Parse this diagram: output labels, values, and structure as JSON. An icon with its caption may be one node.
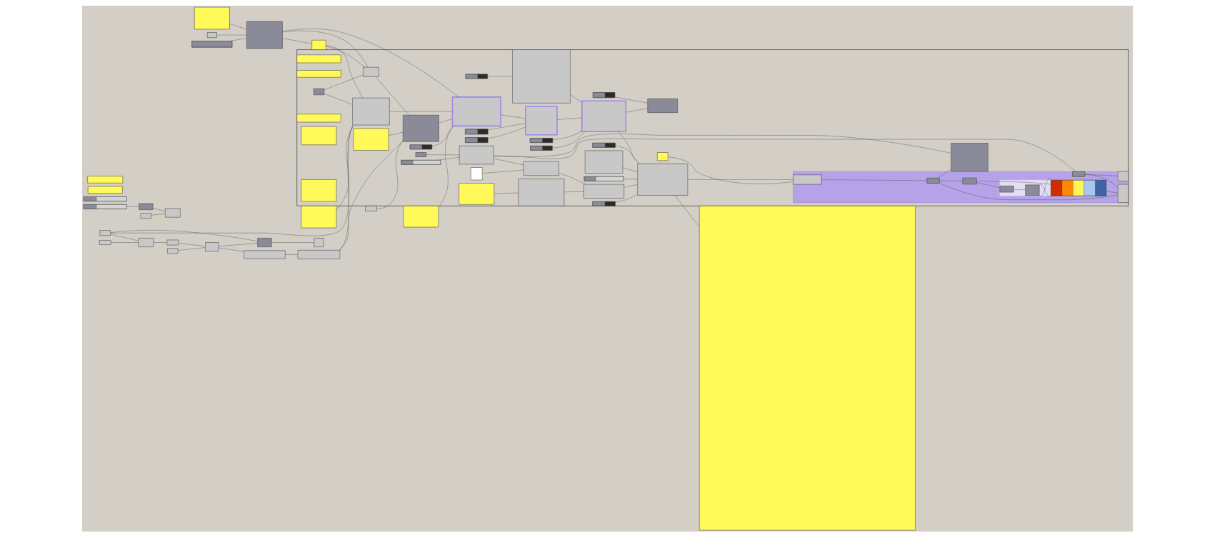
{
  "diagram": {
    "nodes": [
      {
        "text": [],
        "shape": "box"
      },
      {
        "text": [],
        "shape": "box"
      },
      {
        "text": [],
        "shape": "bar"
      },
      {
        "text": [],
        "shape": "box"
      },
      {
        "text": [],
        "shape": "box"
      },
      {
        "text": [],
        "shape": "box"
      },
      {
        "text": [],
        "shape": "box"
      },
      {
        "text": [],
        "shape": "box",
        "in": 5
      },
      {
        "text": [],
        "shape": "box",
        "in": 5
      },
      {
        "text": [],
        "shape": "box",
        "in": 5
      },
      {
        "text": [],
        "shape": "box",
        "in": 5
      },
      {
        "text": [],
        "shape": "box"
      },
      {
        "text": [],
        "shape": "box",
        "in": 5
      },
      {
        "text": [],
        "shape": "box",
        "in": 5
      },
      {
        "text": [],
        "shape": "box",
        "in": 5
      },
      {
        "text": [],
        "shape": "box",
        "in": 5
      },
      {
        "text": [],
        "shape": "box",
        "in": 5
      },
      {
        "text": [],
        "shape": "bar",
        "in": 5
      },
      {
        "text": [],
        "shape": "box"
      },
      {
        "text": [],
        "shape": "bar",
        "in": 5
      },
      {
        "text": [],
        "shape": "bar",
        "in": 5
      },
      {
        "text": [],
        "shape": "bar",
        "in": 5
      },
      {
        "text": [],
        "shape": "box",
        "in": 5
      },
      {
        "text": [],
        "shape": "box"
      },
      {
        "text": [],
        "shape": "bar",
        "in": 5
      },
      {
        "text": [],
        "shape": "bar",
        "in": 5
      },
      {
        "text": [],
        "shape": "bar"
      },
      {
        "text": [],
        "shape": "box",
        "in": 5
      },
      {
        "text": [],
        "shape": "box",
        "in": 5
      },
      {
        "text": [],
        "shape": "box",
        "in": 5
      },
      {
        "text": [],
        "shape": "box",
        "in": 5
      },
      {
        "text": [],
        "shape": "bar",
        "in": 5
      },
      {
        "text": [],
        "shape": "box"
      },
      {
        "text": [],
        "shape": "box"
      },
      {
        "text": [],
        "shape": "bar"
      },
      {
        "text": [],
        "shape": "box"
      },
      {
        "text": [],
        "shape": "box"
      },
      {
        "text": [],
        "shape": "box"
      },
      {
        "text": [],
        "shape": "bar",
        "in": 5
      },
      {
        "text": [],
        "shape": "bar",
        "in": 5
      },
      {
        "text": [],
        "shape": "box",
        "in": 5
      },
      {
        "text": [],
        "shape": "box",
        "in": 5
      },
      {
        "text": [],
        "shape": "box",
        "in": 5
      },
      {
        "text": [],
        "shape": "box"
      },
      {
        "text": [],
        "shape": "bar",
        "in": 5
      },
      {
        "text": [],
        "shape": "box"
      },
      {
        "text": [],
        "shape": "box",
        "in": 5
      },
      {
        "text": [],
        "shape": "box"
      },
      {
        "text": [],
        "shape": "box",
        "in": 5
      },
      {
        "text": [],
        "shape": "box"
      },
      {
        "text": [],
        "shape": "box"
      },
      {
        "text": [],
        "shape": "box"
      },
      {
        "text": [],
        "shape": "box",
        "in": 5
      },
      {
        "text": [],
        "shape": "box",
        "in": 5
      },
      {
        "text": [],
        "shape": "box"
      },
      {
        "text": [],
        "shape": "box"
      },
      {
        "text": [],
        "shape": "box",
        "in": 5
      },
      {
        "text": [],
        "shape": "box",
        "in": 56
      },
      {
        "text": [],
        "shape": "box"
      },
      {
        "text": [],
        "shape": "box"
      },
      {
        "text": [],
        "shape": "box",
        "in": 5
      },
      {
        "text": [],
        "shape": "box",
        "in": 5
      },
      {
        "text": [],
        "shape": "box",
        "in": 56
      },
      {
        "text": [],
        "shape": "box",
        "in": 62
      },
      {
        "text": [],
        "shape": "box",
        "in": 62
      },
      {
        "text": [],
        "shape": "bar",
        "in": 62
      },
      {
        "text": [],
        "shape": "box",
        "in": 56
      },
      {
        "text": [],
        "shape": "box",
        "in": 66
      },
      {
        "text": [],
        "shape": "box",
        "in": 5
      },
      {
        "text": [],
        "shape": "box",
        "in": 56
      },
      {
        "text": [],
        "shape": "box",
        "in": 56
      },
      {
        "text": [],
        "shape": "box",
        "in": 70
      },
      {
        "text": [],
        "shape": "box",
        "in": 56
      },
      {
        "text": [],
        "shape": "box",
        "in": 5
      },
      {
        "text": [],
        "shape": "bar",
        "in": 5
      },
      {
        "text": [],
        "shape": "box",
        "in": 56
      },
      {
        "text": [],
        "shape": "box",
        "in": 5
      }
    ],
    "edges": [
      {
        "from": 0,
        "to": 3,
        "arrow": "none"
      },
      {
        "from": 1,
        "to": 3,
        "arrow": "none"
      },
      {
        "from": 2,
        "to": 3,
        "arrow": "none"
      },
      {
        "from": 3,
        "to": 9,
        "arrow": "none"
      },
      {
        "from": 3,
        "to": 11,
        "arrow": "none"
      },
      {
        "from": 13,
        "to": 3,
        "arrow": "none"
      },
      {
        "from": 26,
        "to": 35,
        "arrow": "none"
      },
      {
        "from": 32,
        "to": 36,
        "arrow": "none"
      },
      {
        "from": 35,
        "to": 36,
        "arrow": "none"
      },
      {
        "from": 47,
        "to": 49,
        "arrow": "none"
      },
      {
        "from": 23,
        "to": 49,
        "arrow": "none"
      },
      {
        "from": 49,
        "to": 45,
        "arrow": "none"
      },
      {
        "from": 45,
        "to": 43,
        "arrow": "none"
      },
      {
        "from": 51,
        "to": 43,
        "arrow": "none"
      },
      {
        "from": 43,
        "to": 37,
        "arrow": "none"
      },
      {
        "from": 23,
        "to": 37,
        "arrow": "none"
      },
      {
        "from": 37,
        "to": 33,
        "arrow": "none"
      },
      {
        "from": 43,
        "to": 58,
        "arrow": "none"
      },
      {
        "from": 58,
        "to": 59,
        "arrow": "none"
      },
      {
        "from": 23,
        "to": 27,
        "arrow": "none"
      },
      {
        "from": 11,
        "to": 13,
        "arrow": "none"
      },
      {
        "from": 11,
        "to": 27,
        "arrow": "none"
      },
      {
        "from": 14,
        "to": 13,
        "arrow": "none"
      },
      {
        "from": 14,
        "to": 27,
        "arrow": "none"
      },
      {
        "from": 18,
        "to": 27,
        "arrow": "none"
      },
      {
        "from": 59,
        "to": 27,
        "arrow": "none"
      },
      {
        "from": 50,
        "to": 53,
        "arrow": "none"
      },
      {
        "from": 59,
        "to": 53,
        "arrow": "none"
      },
      {
        "from": 40,
        "to": 53,
        "arrow": "none"
      },
      {
        "from": 13,
        "to": 53,
        "arrow": "none"
      },
      {
        "from": 27,
        "to": 9,
        "arrow": "none"
      },
      {
        "from": 53,
        "to": 9,
        "arrow": "none"
      },
      {
        "from": 6,
        "to": 9,
        "arrow": "none"
      },
      {
        "from": 17,
        "to": 9,
        "arrow": "none"
      },
      {
        "from": 9,
        "to": 10,
        "arrow": "none"
      },
      {
        "from": 19,
        "to": 10,
        "arrow": "none"
      },
      {
        "from": 21,
        "to": 10,
        "arrow": "none"
      },
      {
        "from": 10,
        "to": 16,
        "arrow": "none"
      },
      {
        "from": 24,
        "to": 16,
        "arrow": "none"
      },
      {
        "from": 25,
        "to": 16,
        "arrow": "none"
      },
      {
        "from": 30,
        "to": 16,
        "arrow": "none"
      },
      {
        "from": 31,
        "to": 30,
        "arrow": "none"
      },
      {
        "from": 16,
        "to": 12,
        "arrow": "none"
      },
      {
        "from": 20,
        "to": 12,
        "arrow": "none"
      },
      {
        "from": 16,
        "to": 29,
        "arrow": "none"
      },
      {
        "from": 28,
        "to": 29,
        "arrow": "none"
      },
      {
        "from": 41,
        "to": 29,
        "arrow": "none"
      },
      {
        "from": 38,
        "to": 29,
        "arrow": "none"
      },
      {
        "from": 39,
        "to": 29,
        "arrow": "none"
      },
      {
        "from": 44,
        "to": 29,
        "arrow": "none"
      },
      {
        "from": 29,
        "to": 4,
        "arrow": "none"
      },
      {
        "from": 29,
        "to": 57,
        "arrow": "none"
      },
      {
        "from": 42,
        "to": 57,
        "arrow": "none"
      },
      {
        "from": 46,
        "to": 41,
        "arrow": "none"
      },
      {
        "from": 60,
        "to": 41,
        "arrow": "none"
      },
      {
        "from": 48,
        "to": 46,
        "arrow": "none"
      },
      {
        "from": 68,
        "to": 60,
        "arrow": "none"
      },
      {
        "from": 73,
        "to": 60,
        "arrow": "none"
      },
      {
        "from": 74,
        "to": 73,
        "arrow": "none"
      },
      {
        "from": 61,
        "to": 73,
        "arrow": "none"
      },
      {
        "from": 73,
        "to": 67,
        "arrow": "none"
      },
      {
        "from": 73,
        "to": 76,
        "arrow": "none"
      },
      {
        "from": 71,
        "to": 76,
        "arrow": "none"
      },
      {
        "from": 57,
        "to": 71,
        "arrow": "none"
      },
      {
        "from": 67,
        "to": 69,
        "arrow": "none"
      },
      {
        "from": 67,
        "to": 72,
        "arrow": "none"
      },
      {
        "from": 71,
        "to": 72,
        "arrow": "none"
      },
      {
        "from": 71,
        "to": 75,
        "arrow": "none"
      },
      {
        "from": 75,
        "to": 63,
        "arrow": "none"
      },
      {
        "from": 75,
        "to": 65,
        "arrow": "none"
      },
      {
        "from": 63,
        "to": 64,
        "arrow": "none"
      },
      {
        "from": 64,
        "to": 65,
        "arrow": "none"
      },
      {
        "from": 64,
        "to": 65,
        "arrow": "none"
      },
      {
        "from": 65,
        "to": 72,
        "arrow": "none"
      }
    ]
  }
}
